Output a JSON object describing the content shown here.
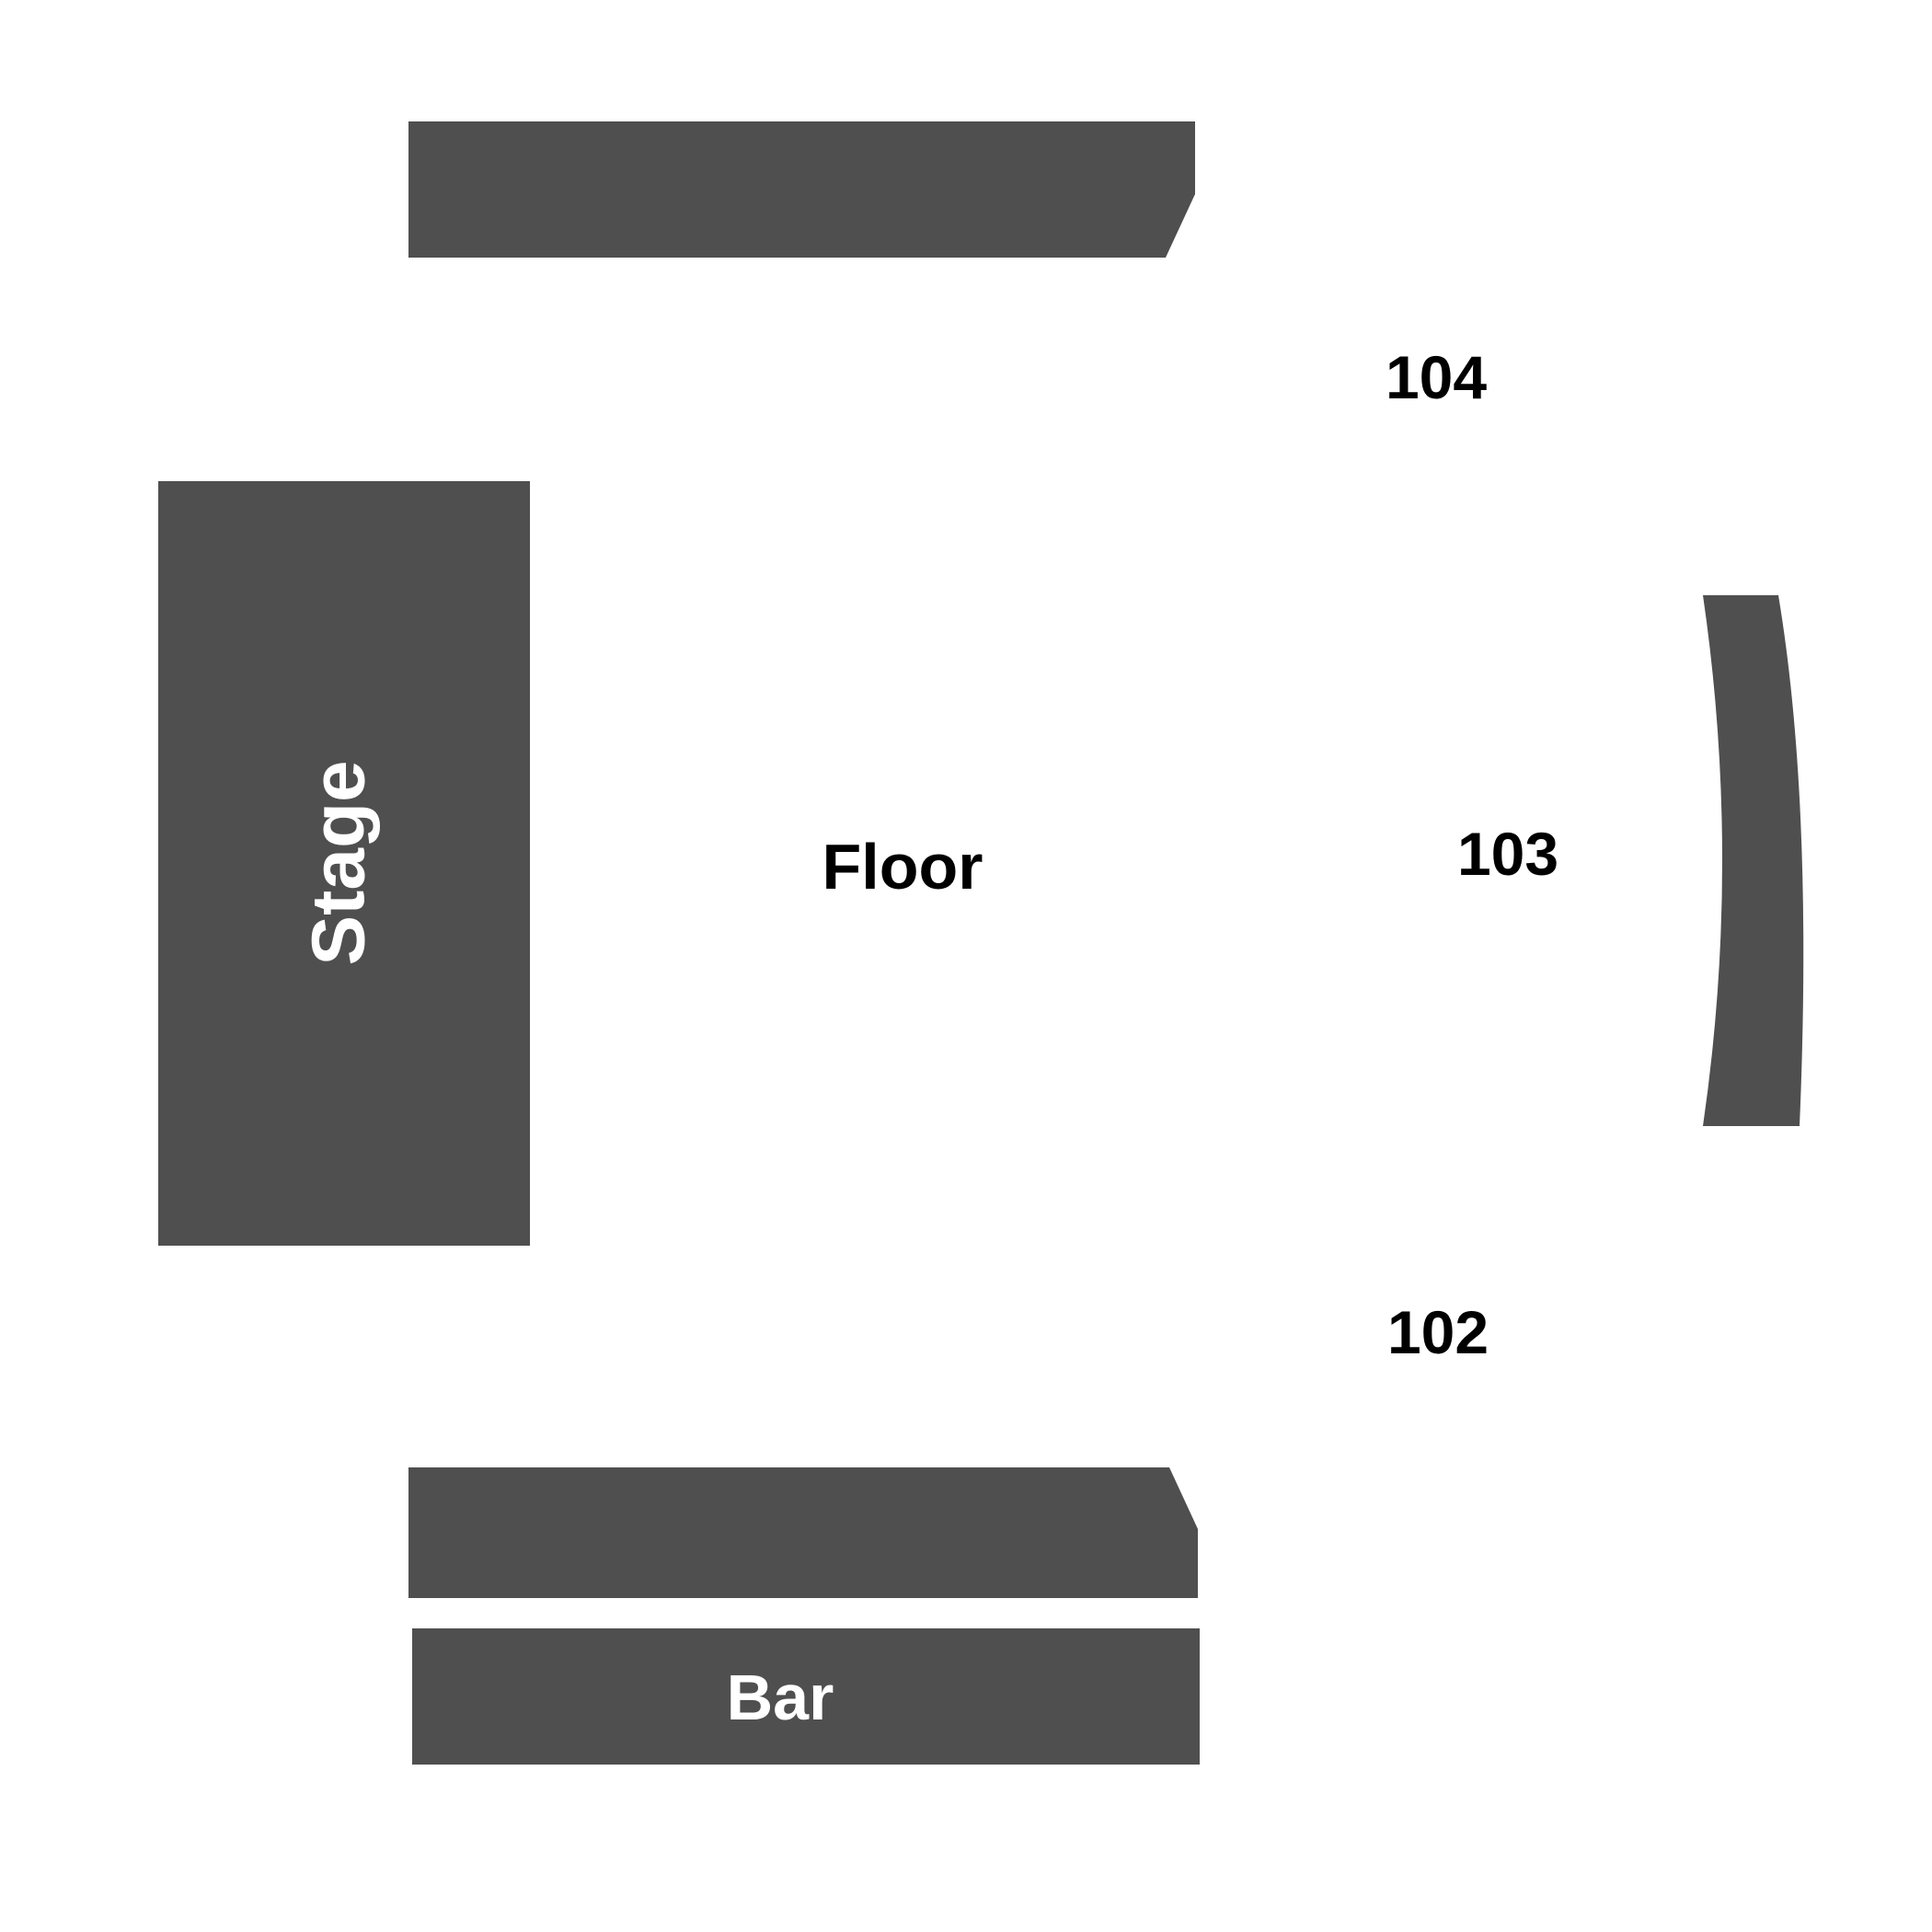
{
  "venue_map": {
    "colors": {
      "section_fill": "#4f4f4f",
      "background": "#ffffff",
      "label_dark": "#000000",
      "label_light": "#ffffff"
    },
    "stage": {
      "label": "Stage"
    },
    "floor": {
      "label": "Floor"
    },
    "bar": {
      "label": "Bar"
    },
    "sections": [
      {
        "id": "104",
        "label": "104"
      },
      {
        "id": "103",
        "label": "103"
      },
      {
        "id": "102",
        "label": "102"
      }
    ]
  }
}
